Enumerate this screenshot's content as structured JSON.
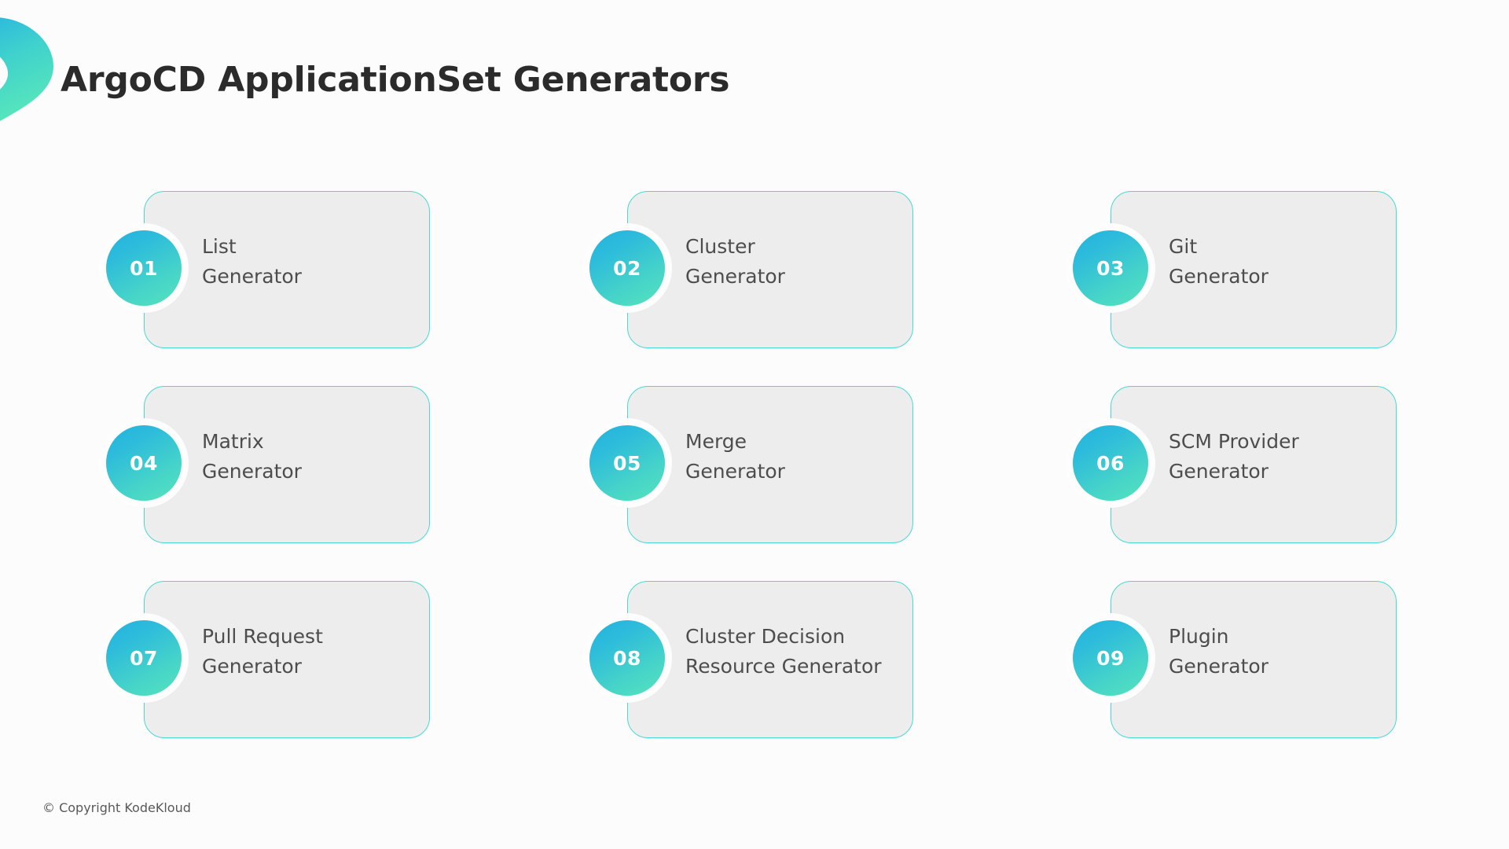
{
  "slide": {
    "title": "ArgoCD ApplicationSet Generators",
    "background_color": "#fcfcfc",
    "accent_color": "#47d9d2",
    "badge_gradient_start": "#22b3e0",
    "badge_gradient_end": "#55e4bc",
    "card_fill_color": "#ededed",
    "text_color": "#4d4d4d"
  },
  "decoration": {
    "name": "chevron-deco",
    "gradient_start": "#29b6e0",
    "gradient_end": "#57e6bb"
  },
  "cards": [
    {
      "number": "01",
      "line1": "List",
      "line2": "Generator"
    },
    {
      "number": "02",
      "line1": "Cluster",
      "line2": "Generator"
    },
    {
      "number": "03",
      "line1": "Git",
      "line2": "Generator"
    },
    {
      "number": "04",
      "line1": "Matrix",
      "line2": "Generator"
    },
    {
      "number": "05",
      "line1": "Merge",
      "line2": "Generator"
    },
    {
      "number": "06",
      "line1": "SCM Provider",
      "line2": "Generator"
    },
    {
      "number": "07",
      "line1": "Pull Request",
      "line2": "Generator"
    },
    {
      "number": "08",
      "line1": "Cluster Decision",
      "line2": "Resource Generator"
    },
    {
      "number": "09",
      "line1": "Plugin",
      "line2": "Generator"
    }
  ],
  "footer": {
    "copyright": "© Copyright KodeKloud"
  }
}
